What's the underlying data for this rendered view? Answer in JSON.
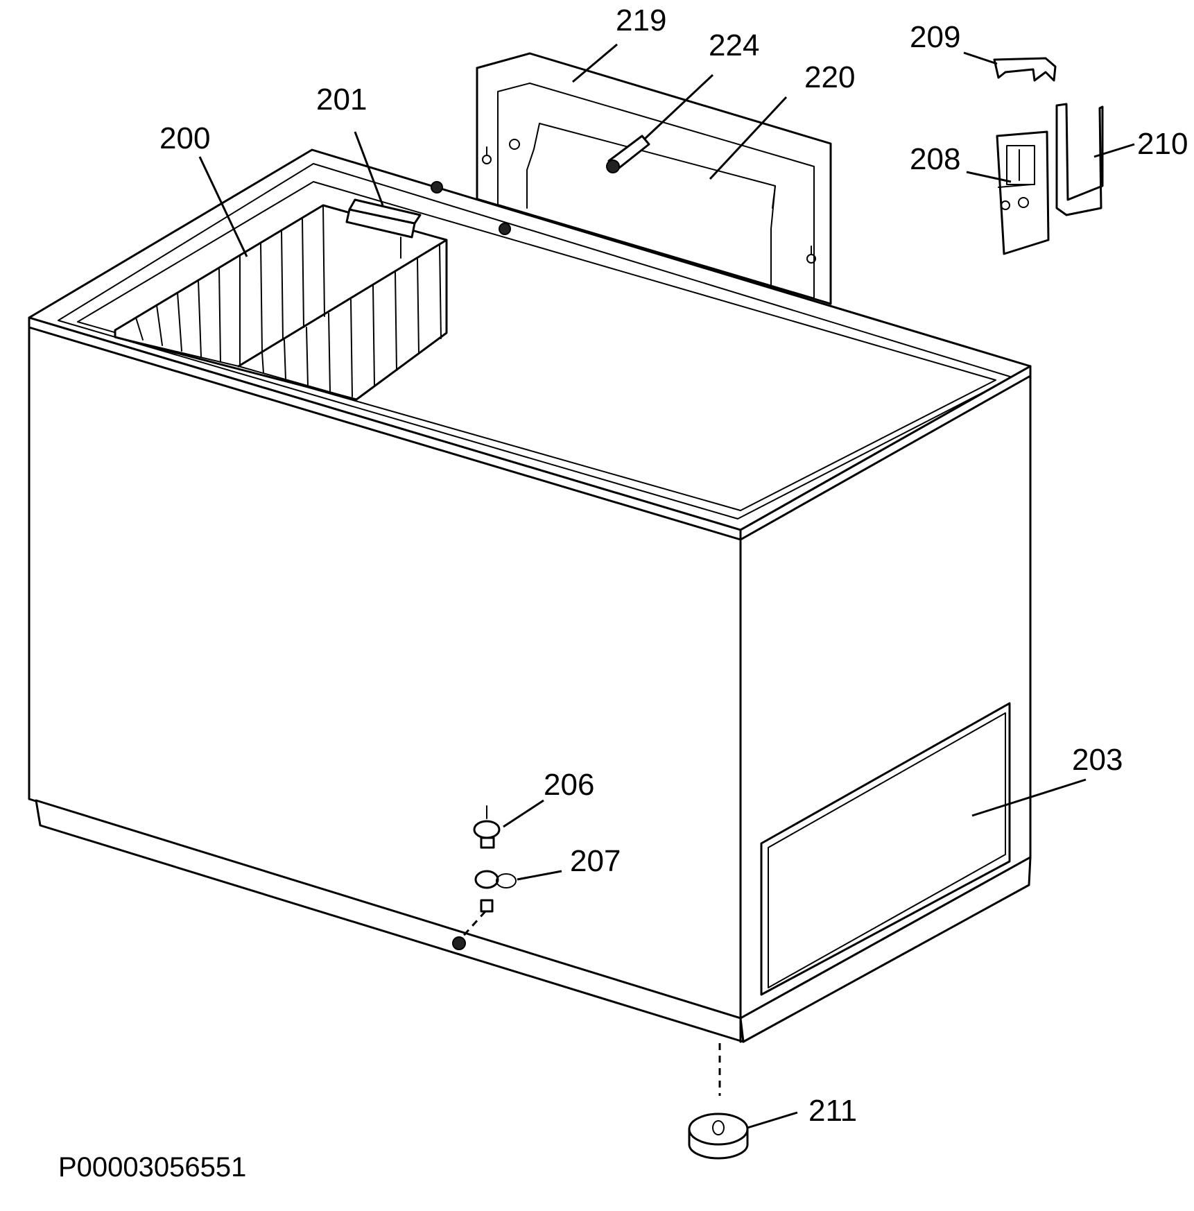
{
  "diagram": {
    "document_id": "P00003056551",
    "callouts": [
      {
        "id": "c219",
        "label": "219"
      },
      {
        "id": "c224",
        "label": "224"
      },
      {
        "id": "c220",
        "label": "220"
      },
      {
        "id": "c209",
        "label": "209"
      },
      {
        "id": "c210",
        "label": "210"
      },
      {
        "id": "c208",
        "label": "208"
      },
      {
        "id": "c201",
        "label": "201"
      },
      {
        "id": "c200",
        "label": "200"
      },
      {
        "id": "c203",
        "label": "203"
      },
      {
        "id": "c206",
        "label": "206"
      },
      {
        "id": "c207",
        "label": "207"
      },
      {
        "id": "c211",
        "label": "211"
      }
    ]
  }
}
